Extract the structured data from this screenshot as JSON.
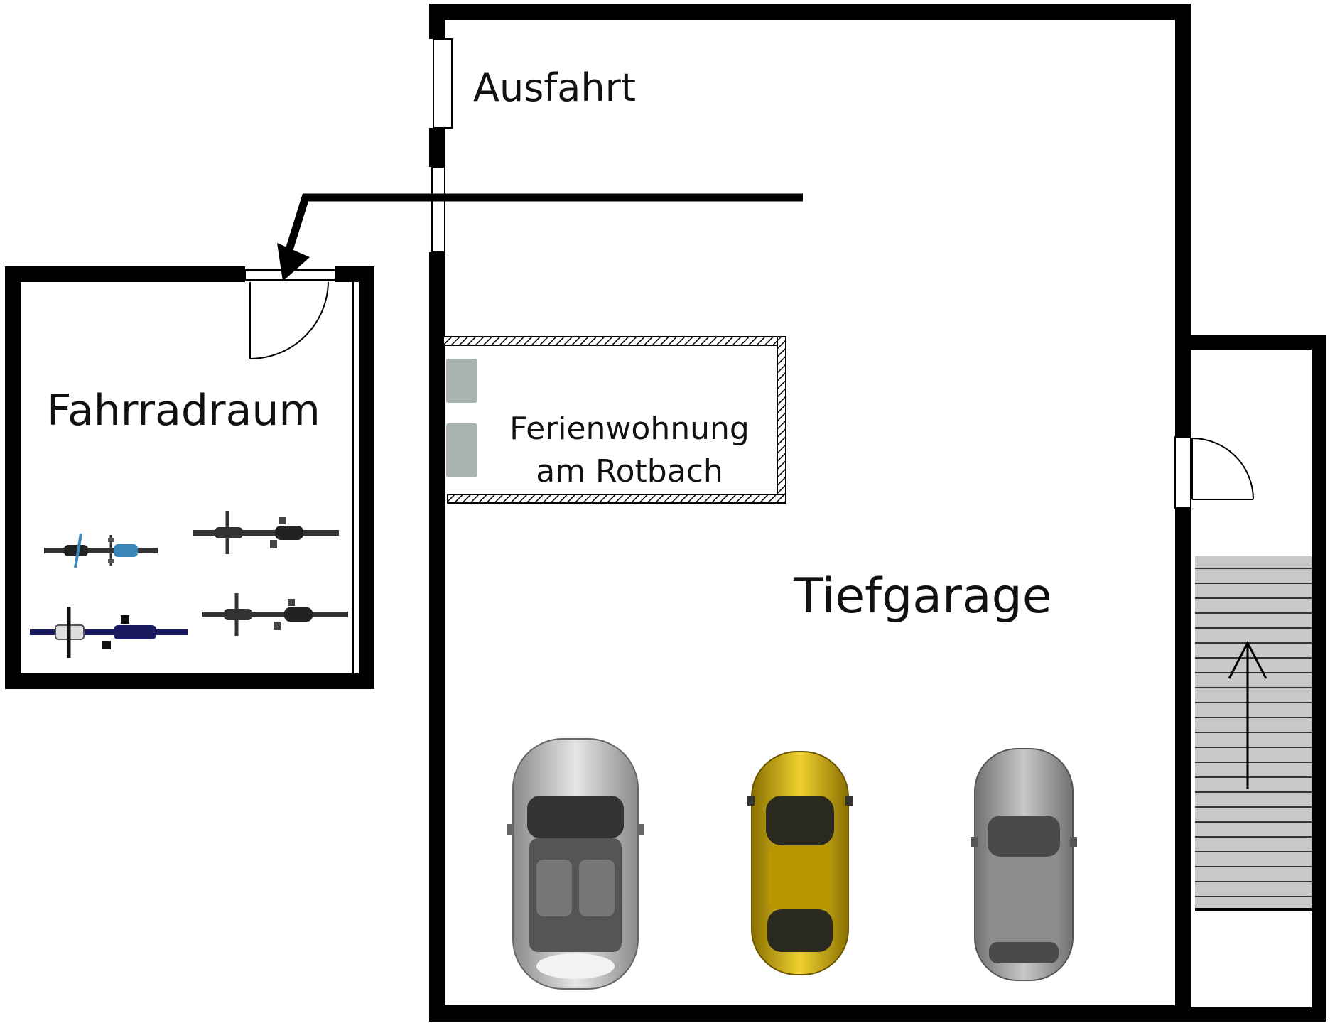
{
  "rooms": {
    "ausfahrt": "Ausfahrt",
    "fahrradraum": "Fahrradraum",
    "ferienwohnung_line1": "Ferienwohnung",
    "ferienwohnung_line2": "am Rotbach",
    "tiefgarage": "Tiefgarage"
  },
  "colors": {
    "wall": "#000000",
    "stairs": "#c8c8c8",
    "store": "#a8b2ae",
    "car_silver": "#b4b4b4",
    "car_yellow": "#c8a400",
    "car_grey": "#9a9a9a",
    "bike_blue": "#3a86b8",
    "bike_navy": "#1a1a60"
  },
  "icons": {
    "cars": [
      "convertible-car-icon",
      "beetle-car-icon",
      "hatchback-car-icon"
    ],
    "bikes": [
      "bicycle-icon",
      "bicycle-icon",
      "bicycle-icon",
      "bicycle-icon"
    ],
    "direction": "route-arrow-icon",
    "stairs": "stairs-up-arrow-icon"
  }
}
